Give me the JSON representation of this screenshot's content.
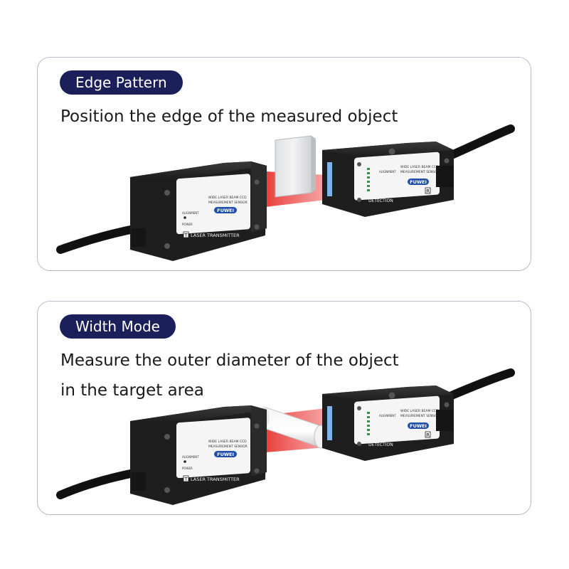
{
  "panels": [
    {
      "badge": "Edge Pattern",
      "description_lines": [
        "Position the edge of the measured object"
      ],
      "transmitter": {
        "small_labels": [
          "WIDE LASER BEAM CCD",
          "MEASUREMENT SENSOR",
          "ALIGNMENT",
          "POWER"
        ],
        "brand": "FUWEI",
        "role_letter": "T",
        "role_label": "LASER TRANSMITTER"
      },
      "receiver": {
        "small_labels": [
          "ALIGNMENT",
          "WIDE LASER BEAM CCD",
          "MEASUREMENT SENSOR"
        ],
        "brand": "FUWEI",
        "role_letter": "R",
        "role_label": "DETECTION"
      }
    },
    {
      "badge": "Width Mode",
      "description_lines": [
        "Measure the outer diameter of the object",
        "in the target area"
      ],
      "transmitter": {
        "small_labels": [
          "WIDE LASER BEAM CCD",
          "MEASUREMENT SENSOR",
          "ALIGNMENT",
          "POWER"
        ],
        "brand": "FUWEI",
        "role_letter": "T",
        "role_label": "LASER TRANSMITTER"
      },
      "receiver": {
        "small_labels": [
          "ALIGNMENT",
          "WIDE LASER BEAM CCD",
          "MEASUREMENT SENSOR"
        ],
        "brand": "FUWEI",
        "role_letter": "R",
        "role_label": "DETECTION"
      }
    }
  ],
  "colors": {
    "badge_bg": "#1b1f5a",
    "panel_border": "#b9bccb",
    "laser": "#e8332f",
    "sensor_body": "#1e1e1e",
    "cable": "#111111"
  }
}
